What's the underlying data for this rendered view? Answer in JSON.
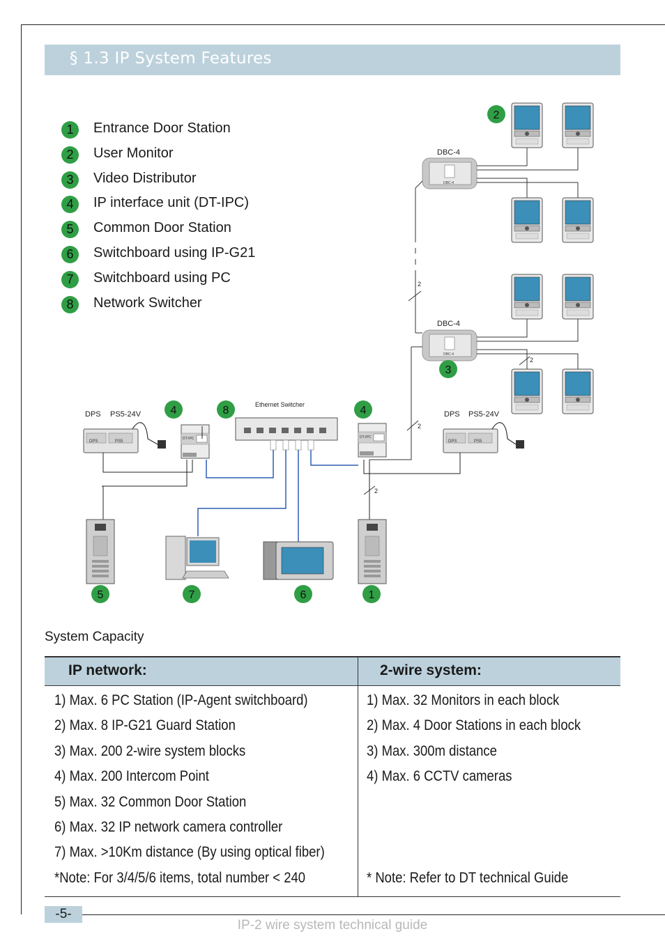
{
  "section": {
    "title": "§  1.3 IP  System Features"
  },
  "legend": [
    {
      "num": "1",
      "label": "Entrance Door Station"
    },
    {
      "num": "2",
      "label": "User Monitor"
    },
    {
      "num": "3",
      "label": "Video Distributor"
    },
    {
      "num": "4",
      "label": "IP interface unit (DT-IPC)"
    },
    {
      "num": "5",
      "label": "Common Door Station"
    },
    {
      "num": "6",
      "label": "Switchboard using IP-G21"
    },
    {
      "num": "7",
      "label": "Switchboard using PC"
    },
    {
      "num": "8",
      "label": "Network Switcher"
    }
  ],
  "diagram": {
    "dbc_label": "DBC-4",
    "dbc_face": "DBC-4",
    "dps_label": "DPS",
    "ps_label": "PS5-24V",
    "dps_face": "DPS",
    "ps_face": "PS5",
    "dtipc_face": "DT-IPC",
    "switch_label": "Ethernet Switcher",
    "wire_count": "2",
    "badge_monitor": "2",
    "badge_distributor": "3",
    "badge_ipc_left": "4",
    "badge_switch": "8",
    "badge_ipc_right": "4",
    "badge_common_door": "5",
    "badge_pc": "7",
    "badge_guard": "6",
    "badge_entrance_door": "1"
  },
  "capacity": {
    "title": "System Capacity",
    "ip_header": "IP network:",
    "wire_header": "2-wire system:",
    "ip_items": [
      "1) Max. 6 PC Station (IP-Agent switchboard)",
      "2) Max. 8 IP-G21 Guard Station",
      "3) Max. 200 2-wire system blocks",
      "4) Max. 200 Intercom Point",
      "5) Max. 32 Common Door Station",
      "6) Max. 32 IP network camera controller",
      "7) Max. >10Km distance (By using optical fiber)",
      "*Note: For 3/4/5/6 items, total number < 240"
    ],
    "wire_items": [
      "1) Max. 32 Monitors in each block",
      "2) Max. 4 Door Stations in each block",
      "3) Max. 300m distance",
      "4) Max. 6 CCTV cameras",
      "* Note: Refer to DT technical Guide"
    ]
  },
  "footer": {
    "page_number": "-5-",
    "text": "IP-2 wire system technical guide"
  },
  "colors": {
    "accent_bar": "#bcd1dc",
    "badge_green": "#2f9e45",
    "network_cable": "#2e5fb3"
  }
}
